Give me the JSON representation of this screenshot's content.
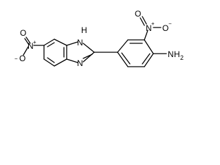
{
  "molecule": {
    "labels": {
      "nitro_left_O_top": "O",
      "nitro_left_N": "N",
      "nitro_left_plus": "+",
      "nitro_left_O_minus": "O",
      "nitro_left_minus": "−",
      "nitro_right_O_top": "O",
      "nitro_right_N": "N",
      "nitro_right_plus": "+",
      "nitro_right_O_minus": "O",
      "nitro_right_minus": "−",
      "imidazole_NH": "H",
      "imidazole_N_NH": "N",
      "imidazole_N": "N",
      "amine_N": "N",
      "amine_H": "H",
      "amine_sub": "2"
    }
  }
}
